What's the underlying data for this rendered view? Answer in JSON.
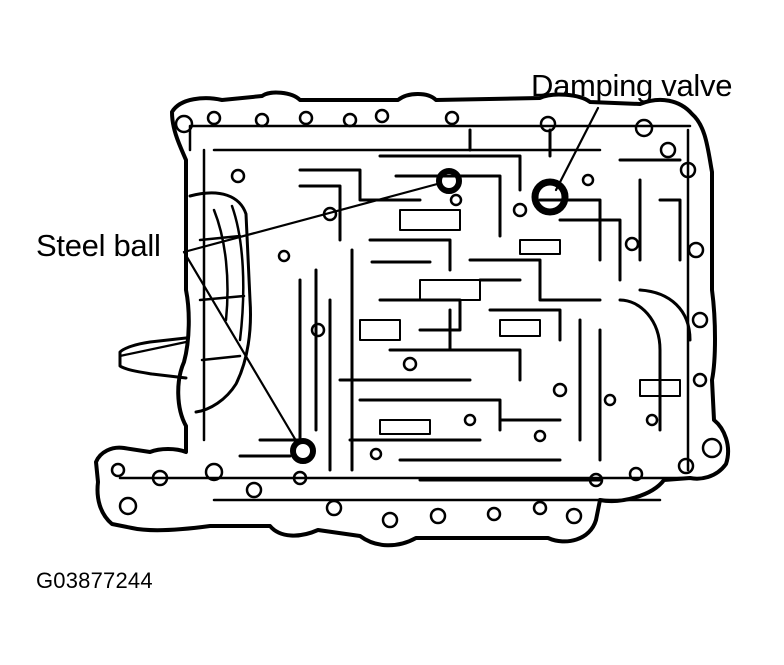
{
  "labels": {
    "damping_valve": "Damping valve",
    "steel_ball": "Steel ball",
    "figure_code": "G03877244"
  },
  "colors": {
    "ink": "#000000",
    "paper": "#ffffff"
  }
}
